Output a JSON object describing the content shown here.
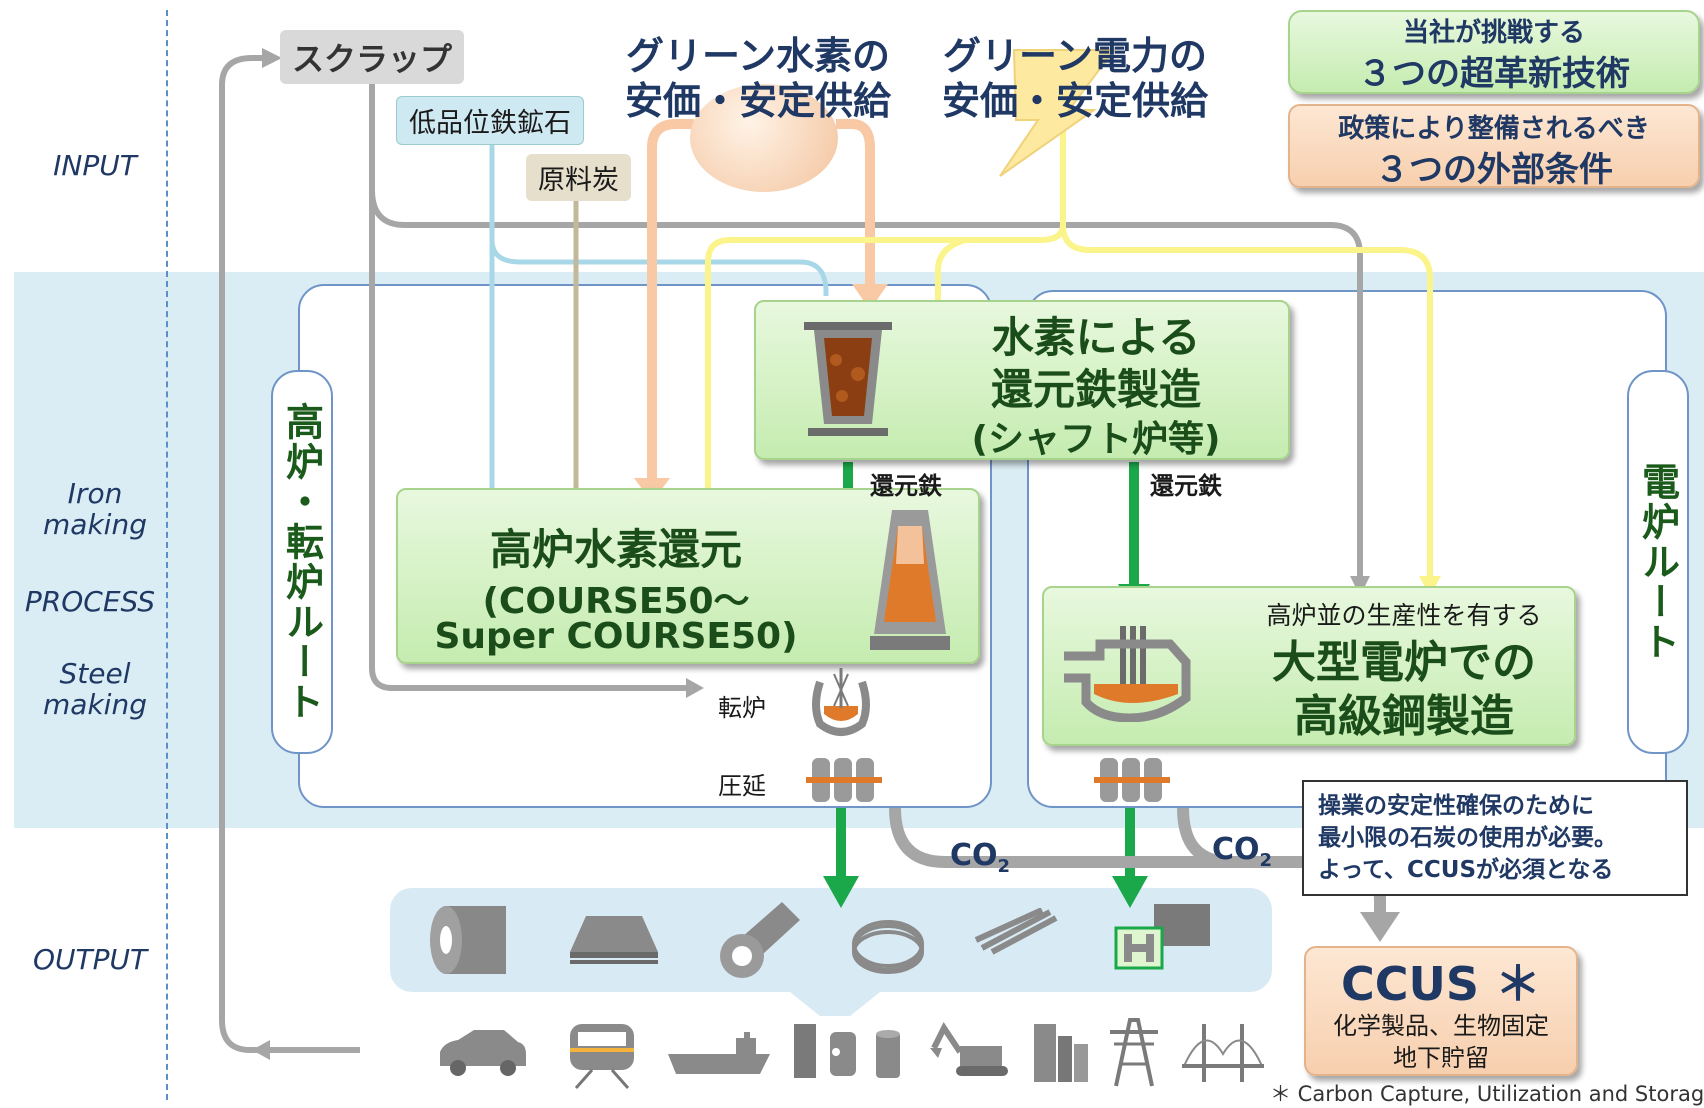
{
  "axis_labels": {
    "input": "INPUT",
    "iron_making": [
      "Iron",
      "making"
    ],
    "process": "PROCESS",
    "steel_making": [
      "Steel",
      "making"
    ],
    "output": "OUTPUT"
  },
  "inputs": {
    "scrap": "スクラップ",
    "low_grade_ore": "低品位鉄鉱石",
    "coking_coal": "原料炭",
    "green_hydrogen": [
      "グリーン水素の",
      "安価・安定供給"
    ],
    "green_power": [
      "グリーン電力の",
      "安価・安定供給"
    ]
  },
  "legend": {
    "tech_line1": "当社が挑戦する",
    "tech_line2": "３つの超革新技術",
    "policy_line1": "政策により整備されるべき",
    "policy_line2": "３つの外部条件"
  },
  "routes": {
    "bf_route": "高炉・転炉ルート",
    "eaf_route": "電炉ルート"
  },
  "processes": {
    "hydrogen_dri": [
      "水素による",
      "還元鉄製造",
      "(シャフト炉等)"
    ],
    "bf_hydrogen": [
      "高炉水素還元",
      "(COURSE50～",
      "Super COURSE50)"
    ],
    "eaf_subtitle": "高炉並の生産性を有する",
    "eaf_title": [
      "大型電炉での",
      "高級鋼製造"
    ]
  },
  "flow_labels": {
    "reduced_iron_1": "還元鉄",
    "reduced_iron_2": "還元鉄",
    "converter": "転炉",
    "rolling": "圧延",
    "co2_a": "CO",
    "co2_b": "CO",
    "co2_sub": "2"
  },
  "ccus_note": [
    "操業の安定性確保のために",
    "最小限の石炭の使用が必要。",
    "よって、CCUSが必須となる"
  ],
  "ccus": {
    "title": "CCUS ＊",
    "line1": "化学製品、生物固定",
    "line2": "地下貯留"
  },
  "footnote": "＊ Carbon Capture, Utilization and Storage",
  "icons": {
    "products": [
      "coil-icon",
      "steel-plate-icon",
      "pipe-icon",
      "wire-rod-icon",
      "bars-icon",
      "h-beam-icon"
    ],
    "end_uses": [
      "car-icon",
      "train-icon",
      "ship-icon",
      "cans-icon",
      "excavator-icon",
      "buildings-icon",
      "power-tower-icon",
      "bridge-icon"
    ]
  },
  "colors": {
    "hydrogen_flow": "#f8c9a4",
    "power_flow": "#fbf48a",
    "scrap_flow": "#a6a6a6",
    "ore_flow": "#a8d8e8",
    "coal_flow": "#c2b89a",
    "reduced_iron_flow": "#1aa84a",
    "process_band": "#daedf4"
  }
}
